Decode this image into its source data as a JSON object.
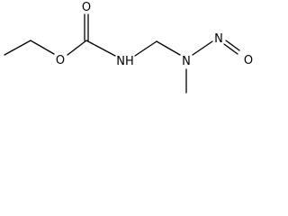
{
  "molecule": {
    "atoms": [
      {
        "id": "o_carbonyl",
        "label": "O"
      },
      {
        "id": "o_ester",
        "label": "O"
      },
      {
        "id": "n_amide",
        "label": "NH"
      },
      {
        "id": "n_amine",
        "label": "N"
      },
      {
        "id": "n_nitroso",
        "label": "N"
      },
      {
        "id": "o_nitroso",
        "label": "O"
      }
    ]
  },
  "colors": {
    "bond": "#000000",
    "label": "#000000",
    "background": "#ffffff"
  }
}
